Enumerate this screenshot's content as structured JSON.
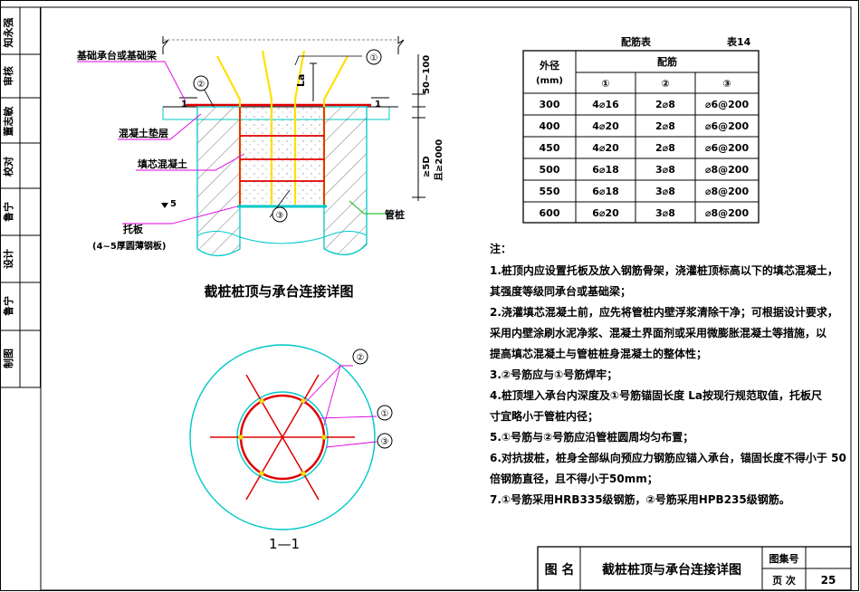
{
  "side_labels": [
    "知永强",
    "审核",
    "董志敏",
    "校对",
    "鲁宁",
    "设计",
    "鲁宁",
    "制图"
  ],
  "section_title": "截桩桩顶与承台连接详图",
  "plan_title": "1—1",
  "labels": {
    "cap": "基础承台或基础梁",
    "cushion": "混凝土垫层",
    "fill": "填芯混凝土",
    "plate": "托板",
    "plate_note": "(4~5厚圆薄钢板)",
    "pipe": "管桩",
    "la": "La",
    "dim_top": "50~100",
    "dim_side1": "≥5D",
    "dim_side2": "且≥2000",
    "cushion_thk": "1",
    "circle1": "①",
    "circle2": "②",
    "circle3": "③",
    "five": "5"
  },
  "table": {
    "title": "配筋表",
    "number": "表14",
    "col_outer": "外径",
    "col_outer_unit": "(mm)",
    "col_rebar": "配筋",
    "sub_headers": [
      "①",
      "②",
      "③"
    ],
    "rows": [
      [
        "300",
        "4⌀16",
        "2⌀8",
        "⌀6@200"
      ],
      [
        "400",
        "4⌀20",
        "2⌀8",
        "⌀6@200"
      ],
      [
        "450",
        "4⌀20",
        "2⌀8",
        "⌀6@200"
      ],
      [
        "500",
        "6⌀18",
        "3⌀8",
        "⌀8@200"
      ],
      [
        "550",
        "6⌀18",
        "3⌀8",
        "⌀8@200"
      ],
      [
        "600",
        "6⌀20",
        "3⌀8",
        "⌀8@200"
      ]
    ]
  },
  "notes_title": "注：",
  "notes": [
    "1.桩顶内应设置托板及放入钢筋骨架，浇灌桩顶标高以下的填芯混凝土，",
    "   其强度等级同承台或基础梁；",
    "2.浇灌填芯混凝土前，应先将管桩内壁浮浆清除干净；可根据设计要求，",
    "   采用内壁涂刷水泥净浆、混凝土界面剂或采用微膨胀混凝土等措施，以",
    "   提高填芯混凝土与管桩桩身混凝土的整体性；",
    "3.②号筋应与①号筋焊牢；",
    "4.桩顶埋入承台内深度及①号筋锚固长度 La按现行规范取值，托板尺",
    "   寸宜略小于管桩内径；",
    "5.①号筋与②号筋应沿管桩圆周均匀布置；",
    "6.对抗拔桩，桩身全部纵向预应力钢筋应锚入承台，锚固长度不得小于 50",
    "   倍钢筋直径，且不得小于50mm；",
    "7.①号筋采用HRB335级钢筋，②号筋采用HPB235级钢筋。"
  ],
  "title_block": {
    "label_name": "图  名",
    "name": "截桩桩顶与承台连接详图",
    "label_set": "图集号",
    "set_value": "",
    "label_page": "页  次",
    "page": "25"
  },
  "colors": {
    "pipe": "#00c8c8",
    "rebar1": "#ffe000",
    "rebar2": "#e00000",
    "leader": "#e000e0",
    "leader_green": "#00b000"
  }
}
